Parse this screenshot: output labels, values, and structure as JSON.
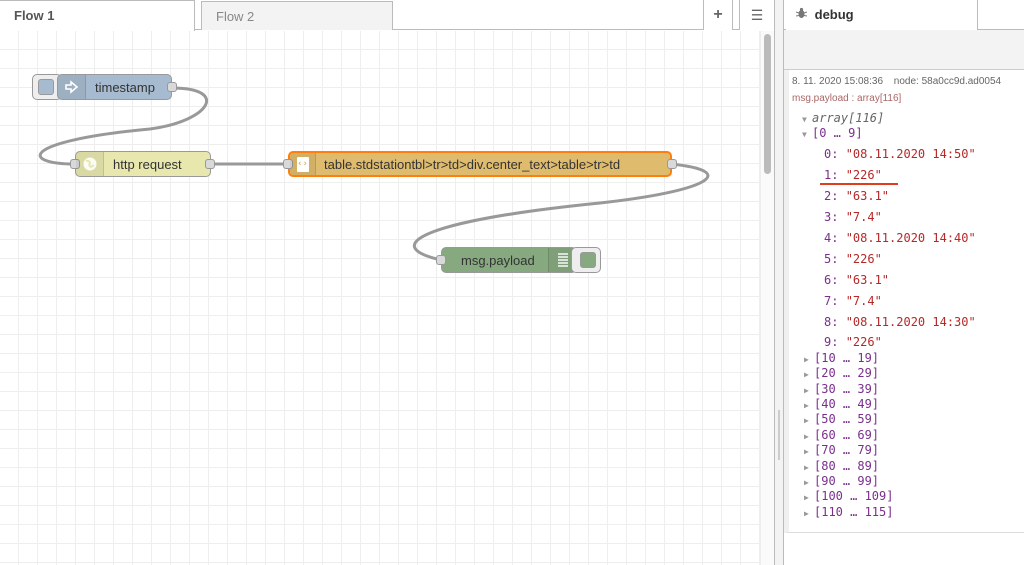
{
  "workspace": {
    "tabs": [
      {
        "label": "Flow 1",
        "active": true
      },
      {
        "label": "Flow 2",
        "active": false
      }
    ],
    "add_flow_icon": "+",
    "flow_list_icon": "☰"
  },
  "nodes": [
    {
      "id": "timestamp",
      "label": "timestamp",
      "type": "inject",
      "color": "#a6bbcf",
      "icon": "arrow-in-icon"
    },
    {
      "id": "http",
      "label": "http request",
      "type": "http request",
      "color": "#e7e7ae",
      "icon": "globe-icon"
    },
    {
      "id": "html",
      "label": "table.stdstationtbl>tr>td>div.center_text>table>tr>td",
      "type": "html",
      "color": "#dfbb6d",
      "icon": "code-icon",
      "selected_border": "#ff7f0e"
    },
    {
      "id": "debug",
      "label": "msg.payload",
      "type": "debug",
      "color": "#87a980",
      "icon": "list-icon"
    }
  ],
  "sidebar": {
    "tab_label": "debug",
    "tab_icon": "bug-icon",
    "message": {
      "timestamp": "8. 11. 2020 15:08:36",
      "node": "node: 58a0cc9d.ad0054",
      "topic": "msg.payload : array[116]",
      "root_label": "array[116]",
      "expanded_range": "[0 … 9]",
      "items": [
        {
          "key": "0:",
          "value": "\"08.11.2020 14:50\""
        },
        {
          "key": "1:",
          "value": "\"226\""
        },
        {
          "key": "2:",
          "value": "\"63.1\""
        },
        {
          "key": "3:",
          "value": "\"7.4\""
        },
        {
          "key": "4:",
          "value": "\"08.11.2020 14:40\""
        },
        {
          "key": "5:",
          "value": "\"226\""
        },
        {
          "key": "6:",
          "value": "\"63.1\""
        },
        {
          "key": "7:",
          "value": "\"7.4\""
        },
        {
          "key": "8:",
          "value": "\"08.11.2020 14:30\""
        },
        {
          "key": "9:",
          "value": "\"226\""
        }
      ],
      "collapsed_ranges": [
        "[10 … 19]",
        "[20 … 29]",
        "[30 … 39]",
        "[40 … 49]",
        "[50 … 59]",
        "[60 … 69]",
        "[70 … 79]",
        "[80 … 89]",
        "[90 … 99]",
        "[100 … 109]",
        "[110 … 115]"
      ]
    }
  }
}
